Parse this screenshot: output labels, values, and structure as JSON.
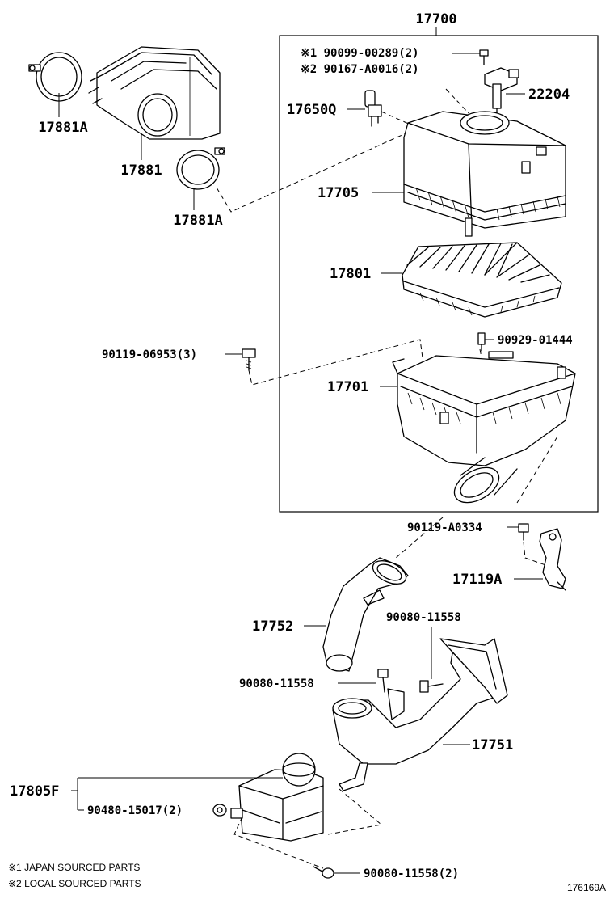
{
  "parts": {
    "p17700": "17700",
    "p90099": "※1 90099-00289(2)",
    "p90167": "※2 90167-A0016(2)",
    "p22204": "22204",
    "p17650q": "17650Q",
    "p17881a_top": "17881A",
    "p17881": "17881",
    "p17881a_bottom": "17881A",
    "p17705": "17705",
    "p17801": "17801",
    "p90929": "90929-01444",
    "p90119_06953": "90119-06953(3)",
    "p17701": "17701",
    "p90119_a0334": "90119-A0334",
    "p17119a": "17119A",
    "p17752": "17752",
    "p90080_a": "90080-11558",
    "p90080_b": "90080-11558",
    "p17751": "17751",
    "p17805f": "17805F",
    "p90480": "90480-15017(2)",
    "p90080_c": "90080-11558(2)"
  },
  "footnotes": {
    "note1": "※1 JAPAN SOURCED PARTS",
    "note2": "※2 LOCAL SOURCED PARTS"
  },
  "figure_id": "176169A"
}
